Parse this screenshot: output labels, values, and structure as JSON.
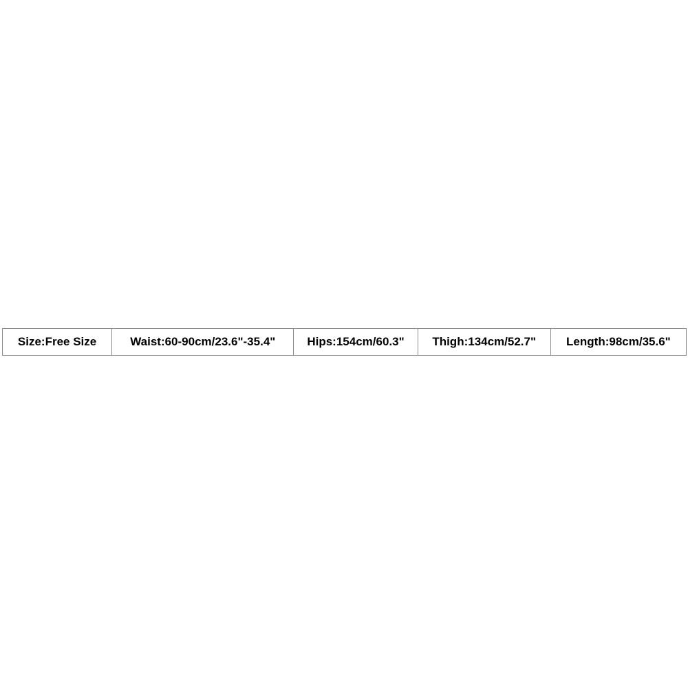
{
  "size_table": {
    "cells": [
      "Size:Free Size",
      "Waist:60-90cm/23.6\"-35.4\"",
      "Hips:154cm/60.3\"",
      "Thigh:134cm/52.7\"",
      "Length:98cm/35.6\""
    ]
  },
  "colors": {
    "background": "#ffffff",
    "text": "#000000",
    "border": "#8a8a8a"
  }
}
